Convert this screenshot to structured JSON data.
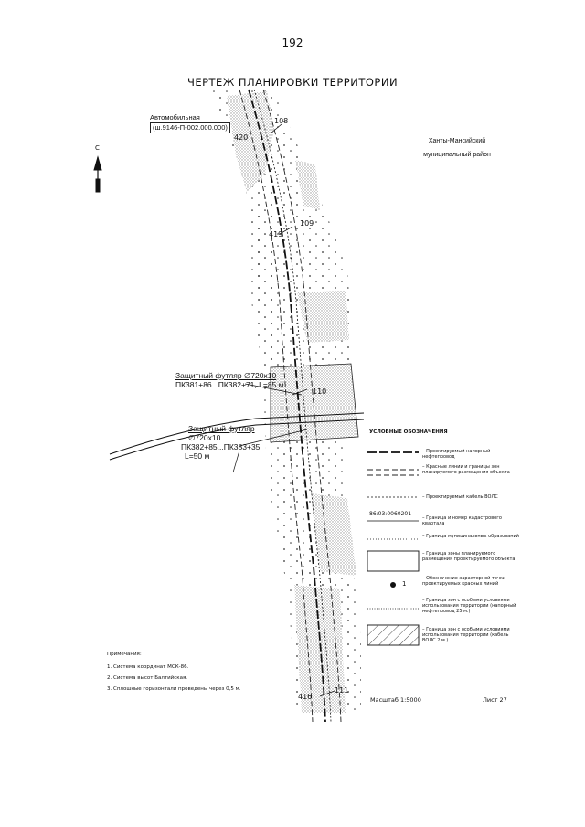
{
  "page_number": "192",
  "title": "ЧЕРТЕЖ ПЛАНИРОВКИ ТЕРРИТОРИИ",
  "road_label": {
    "line1": "Автомобильная",
    "line2": "(ш.9146-П-002.000.000)"
  },
  "region_label": {
    "line1": "Ханты-Мансийский",
    "line2": "муниципальный район"
  },
  "north_arrow": {
    "letter": "С"
  },
  "pickets": {
    "p108": "108",
    "p420": "420",
    "p109": "109",
    "p419": "419",
    "p110": "110",
    "p111": "111",
    "p416": "416"
  },
  "sleeve1": {
    "line1": "Защитный футляр ∅720х10",
    "line2": "ПК381+86...ПК382+71, L=85 м"
  },
  "sleeve2": {
    "line1": "Защитный футляр",
    "line2": "∅720х10",
    "line3": "ПК382+85...ПК383+35",
    "line4": "L=50 м"
  },
  "legend": {
    "title": "УСЛОВНЫЕ ОБОЗНАЧЕНИЯ",
    "items": [
      {
        "text": "– Проектируемый напорный нефтепровод"
      },
      {
        "text": "– Красные линии и границы зон планируемого размещения объекта"
      },
      {
        "text": "– Проектируемый кабель ВОЛС"
      },
      {
        "text": "– Граница и номер кадастрового квартала",
        "code": "86:03:0060201"
      },
      {
        "text": "– Граница муниципальных образований"
      },
      {
        "text": "– Граница зоны планируемого размещения проектируемого объекта"
      },
      {
        "text": "– Обозначение характерной точки проектируемых красных линий",
        "point_label": "1"
      },
      {
        "text": "– Граница зон с особыми условиями использования территории (напорный нефтепровод 25 м.)"
      },
      {
        "text": "– Граница зон с особыми условиями использования территории (кабель ВОЛС 2 м.)"
      }
    ]
  },
  "notes": {
    "title": "Примечания:",
    "items": [
      "1. Система координат МСК-86.",
      "2. Система высот Балтийская.",
      "3. Сплошные горизонтали проведены через 0,5 м."
    ]
  },
  "scale": "Масштаб 1:5000",
  "sheet": "Лист 27",
  "colors": {
    "ink": "#111111",
    "hatch": "#9a9a9a"
  }
}
